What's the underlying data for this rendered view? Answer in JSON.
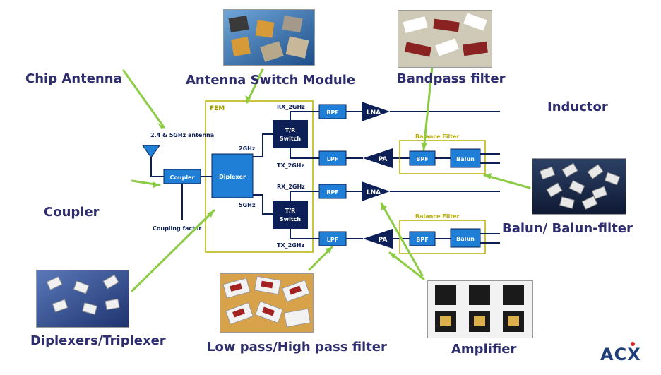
{
  "labels": {
    "chip_antenna": "Chip Antenna",
    "antenna_switch_module": "Antenna Switch Module",
    "bandpass_filter": "Bandpass filter",
    "inductor": "Inductor",
    "coupler": "Coupler",
    "balun_filter": "Balun/ Balun-filter",
    "diplexers": "Diplexers/Triplexer",
    "low_high_pass": "Low pass/High pass filter",
    "amplifier": "Amplifier",
    "logo_prefix": "AC",
    "logo_x": "X"
  },
  "diagram": {
    "fem": "FEM",
    "antenna": "2.4 & 5GHz antenna",
    "coupler_block": "Coupler",
    "coupling_factor": "Coupling factor",
    "diplexer": "Diplexer",
    "ghz2": "2GHz",
    "ghz5": "5GHz",
    "tr_switch_top_1": "T/R",
    "tr_switch_top_2": "Switch",
    "tr_switch_bot_1": "T/R",
    "tr_switch_bot_2": "Switch",
    "rx_2ghz_top": "RX_2GHz",
    "tx_2ghz_top": "TX_2GHz",
    "rx_2ghz_bot": "RX_2GHz",
    "tx_2ghz_bot": "TX_2GHz",
    "bpf": "BPF",
    "lpf": "LPF",
    "lna": "LNA",
    "pa": "PA",
    "balance_filter": "Balance Filter",
    "balun": "Balun"
  },
  "colors": {
    "label": "#2e2e6e",
    "block_blue": "#1f7fd6",
    "block_dark": "#0c1f56",
    "fem_border": "#b8b000",
    "fem_text": "#a09a00",
    "arrow": "#8ccc44",
    "line": "#0c1f56"
  }
}
